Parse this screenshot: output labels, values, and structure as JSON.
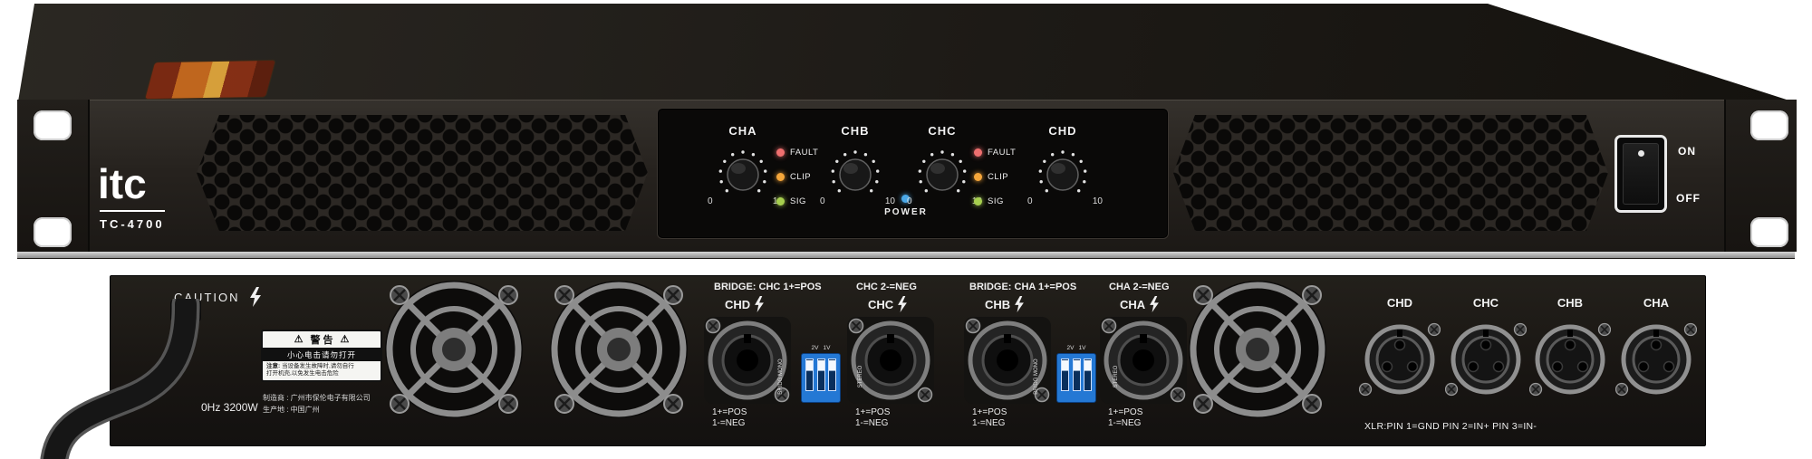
{
  "front": {
    "brand": "itc",
    "model": "TC-4700",
    "channels": [
      {
        "label": "CHA"
      },
      {
        "label": "CHB"
      },
      {
        "label": "CHC"
      },
      {
        "label": "CHD"
      }
    ],
    "knob": {
      "min": "0",
      "max": "10"
    },
    "leds": [
      "FAULT",
      "CLIP",
      "SIG"
    ],
    "led_colors": {
      "fault": "#ef6f6f",
      "clip": "#f5a63a",
      "sig": "#a6cf4e",
      "power": "#4aa8e8"
    },
    "power_label": "POWER",
    "power_switch": {
      "on": "ON",
      "off": "OFF"
    }
  },
  "rear": {
    "caution": "CAUTION",
    "rating": "0Hz 3200W",
    "warning": {
      "title": "警 告",
      "line": "小心电击请勿打开",
      "note_label": "注意:",
      "note1": "当设备发生故障时,请勿自行",
      "note2": "打开机壳,以免发生电击危险"
    },
    "manufacturer": "制造商 : 广州市保伦电子有限公司",
    "origin": "生产地 : 中国广州",
    "speaker_sections": [
      {
        "bridge_left": "BRIDGE: CHC 1+=POS",
        "bridge_right": "CHC 2-=NEG",
        "left_channel": "CHD",
        "right_channel": "CHC"
      },
      {
        "bridge_left": "BRIDGE: CHA 1+=POS",
        "bridge_right": "CHA 2-=NEG",
        "left_channel": "CHB",
        "right_channel": "CHA"
      }
    ],
    "polarity_pos": "1+=POS",
    "polarity_neg": "1-=NEG",
    "dip_labels": {
      "v2": "2V",
      "v1": "1V",
      "bridg": "BRIDG",
      "mono": "MONO",
      "stereo": "STEREO"
    },
    "xlr_channels": [
      "CHD",
      "CHC",
      "CHB",
      "CHA"
    ],
    "xlr_pin_text": "XLR:PIN 1=GND PIN 2=IN+ PIN 3=IN-"
  }
}
